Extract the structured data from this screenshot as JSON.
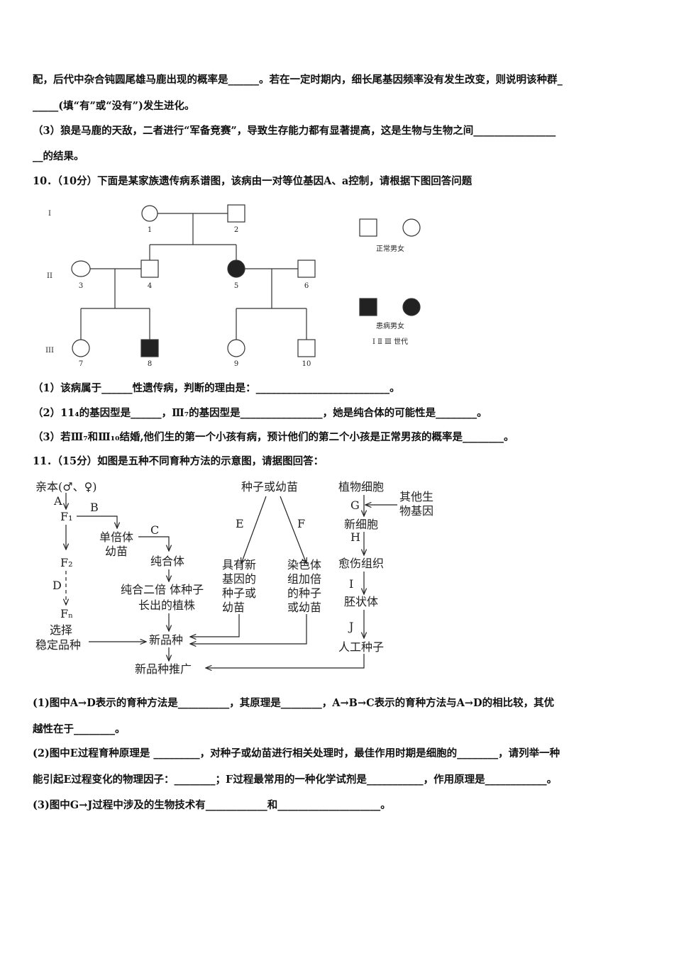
{
  "text": {
    "l1": "配，后代中杂合钝圆尾雄马鹿出现的概率是______。若在一定时期内，细长尾基因频率没有发生改变，则说明该种群_",
    "l2": "_____(填“有”或“没有”)发生进化。",
    "l3": "（3）狼是马鹿的天敌，二者进行“军备竞赛”，导致生存能力都有显著提高，这是生物与生物之间________________",
    "l4": "__的结果。",
    "q10": "10．（10分）下面是某家族遗传病系谱图，该病由一对等位基因A、a控制，请根据下图回答问题",
    "q10_1": "（1）该病属于______性遗传病，判断的理由是：__________________________。",
    "q10_2": "（2）11₄的基因型是______，Ⅲ₇的基因型是________________，她是纯合体的可能性是________。",
    "q10_3": "（3）若Ⅲ₇和Ⅲ₁₀结婚,他们生的第一个小孩有病，预计他们的第二个小孩是正常男孩的概率是________。",
    "q11": "11．（15分）如图是五种不同育种方法的示意图，请据图回答：",
    "q11_1a": "(1)图中A→D表示的育种方法是__________，其原理是________，A→B→C表示的育种方法与A→D的相比较，其优",
    "q11_1b": "越性在于________。",
    "q11_2a": "(2)图中E过程育种原理是 _________，对种子或幼苗进行相关处理时，最佳作用时期是细胞的________，请列举一种",
    "q11_2b": "能引起E过程变化的物理因子：________；F过程最常用的一种化学试剂是___________，作用原理是____________。",
    "q11_3": "(3)图中G→J过程中涉及的生物技术有____________和____________________。"
  },
  "pedigree": {
    "generations": [
      "I",
      "II",
      "III"
    ],
    "individuals": [
      "1",
      "2",
      "3",
      "4",
      "5",
      "6",
      "7",
      "8",
      "9",
      "10"
    ],
    "legend_normal": "正常男女",
    "legend_affected": "患病男女",
    "legend_generation": "Ⅰ Ⅱ Ⅲ 世代"
  },
  "flowchart": {
    "parents": "亲本(♂、♀)",
    "A": "A",
    "B": "B",
    "C": "C",
    "D": "D",
    "E": "E",
    "F": "F",
    "G": "G",
    "H": "H",
    "I": "I",
    "J": "J",
    "F1": "F₁",
    "F2": "F₂",
    "Fn": "Fₙ",
    "haploid": [
      "单倍体",
      "幼苗"
    ],
    "homozygote": "纯合体",
    "diploid_plant": [
      "纯合二倍 体种子",
      "长出的植株"
    ],
    "select": [
      "选择",
      "稳定品种"
    ],
    "new_variety": "新品种",
    "promotion": "新品种推广",
    "seed": "种子或幼苗",
    "new_gene": [
      "具有新",
      "基因的",
      "种子或",
      "幼苗"
    ],
    "polyploid": [
      "染色体",
      "组加倍",
      "的种子",
      "或幼苗"
    ],
    "plant_cell": "植物细胞",
    "other_gene": [
      "其他生",
      "物基因"
    ],
    "new_cell": "新细胞",
    "callus": "愈伤组织",
    "embryoid": "胚状体",
    "artificial_seed": "人工种子"
  }
}
